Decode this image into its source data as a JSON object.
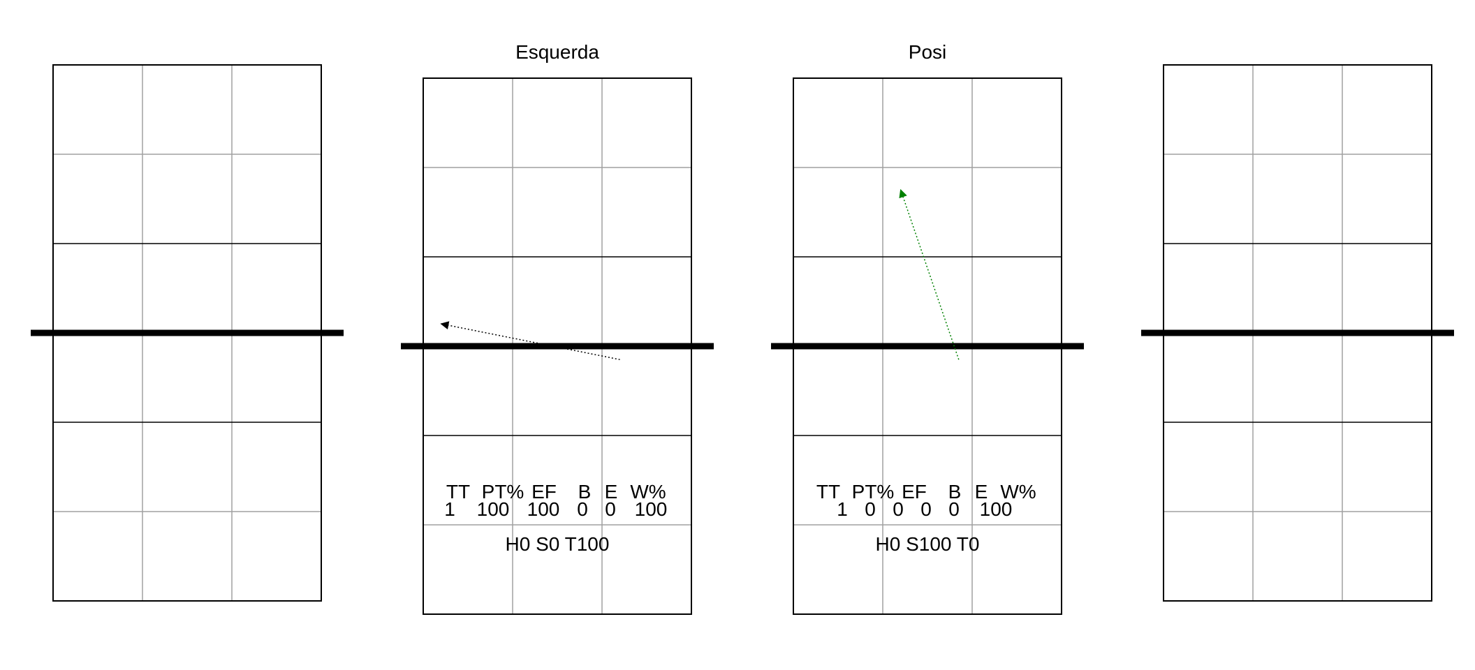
{
  "courts": [
    {
      "id": "court-1",
      "title": "",
      "net_row": 3,
      "arrow": null,
      "stats": null
    },
    {
      "id": "court-2",
      "title": "Esquerda",
      "net_row": 3,
      "arrow": {
        "style": "dotted",
        "color": "#000000",
        "from": [
          2.2,
          3.15
        ],
        "to": [
          0.2,
          2.75
        ]
      },
      "stats": {
        "headers": [
          "TT",
          "PT%",
          "EF",
          "B",
          "E",
          "W%"
        ],
        "values": [
          "1",
          "100",
          "100",
          "0",
          "0",
          "100"
        ],
        "summary": "H0 S0 T100"
      }
    },
    {
      "id": "court-3",
      "title": "Posi",
      "net_row": 3,
      "arrow": {
        "style": "dotted",
        "color": "#008000",
        "from": [
          1.85,
          3.15
        ],
        "to": [
          1.2,
          1.25
        ]
      },
      "stats": {
        "headers": [
          "TT",
          "PT%",
          "EF",
          "B",
          "E",
          "W%"
        ],
        "values": [
          "1",
          "0",
          "0",
          "0",
          "0",
          "100"
        ],
        "summary": "H0 S100 T0"
      }
    },
    {
      "id": "court-4",
      "title": "",
      "net_row": 3,
      "arrow": null,
      "stats": null
    }
  ],
  "colors": {
    "court_border": "#000000",
    "grid_minor": "#a0a0a0",
    "net": "#000000"
  }
}
